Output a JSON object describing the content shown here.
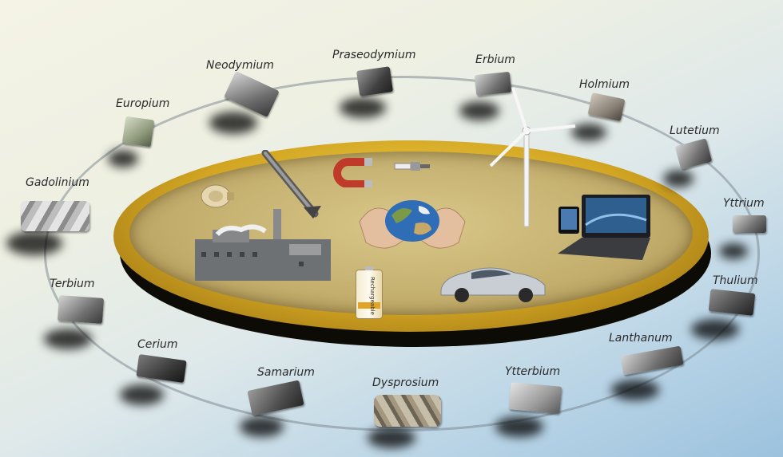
{
  "elements": [
    {
      "name": "Neodymium"
    },
    {
      "name": "Praseodymium"
    },
    {
      "name": "Erbium"
    },
    {
      "name": "Holmium"
    },
    {
      "name": "Europium"
    },
    {
      "name": "Lutetium"
    },
    {
      "name": "Gadolinium"
    },
    {
      "name": "Yttrium"
    },
    {
      "name": "Terbium"
    },
    {
      "name": "Thulium"
    },
    {
      "name": "Cerium"
    },
    {
      "name": "Lanthanum"
    },
    {
      "name": "Samarium"
    },
    {
      "name": "Dysprosium"
    },
    {
      "name": "Ytterbium"
    }
  ],
  "center": {
    "battery_label": "Rechargeable"
  },
  "colors": {
    "tray_gold": "#d2a522",
    "tray_inner": "#c2ad6c",
    "label_text": "#2a2a2a",
    "background_cream": "#f4f3e6",
    "background_blue": "#9cc2de"
  },
  "icons": [
    "earth-icon",
    "hands-icon",
    "wind-turbine-icon",
    "laptop-icon",
    "tablet-icon",
    "car-icon",
    "battery-icon",
    "factory-icon",
    "missile-icon",
    "magnet-icon",
    "spark-plug-icon",
    "lamp-icon"
  ]
}
